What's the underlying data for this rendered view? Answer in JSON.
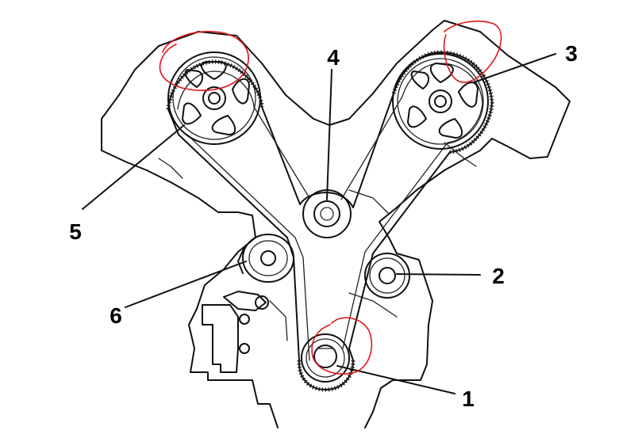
{
  "diagram": {
    "callouts": [
      {
        "id": "1",
        "label": "1",
        "part": "crankshaft-sprocket"
      },
      {
        "id": "2",
        "label": "2",
        "part": "idler-pulley"
      },
      {
        "id": "3",
        "label": "3",
        "part": "right-camshaft-sprocket"
      },
      {
        "id": "4",
        "label": "4",
        "part": "water-pump-pulley"
      },
      {
        "id": "5",
        "label": "5",
        "part": "left-camshaft-sprocket"
      },
      {
        "id": "6",
        "label": "6",
        "part": "tensioner-pulley"
      }
    ],
    "annotation_color": "#e0161a",
    "line_color": "#111111"
  }
}
